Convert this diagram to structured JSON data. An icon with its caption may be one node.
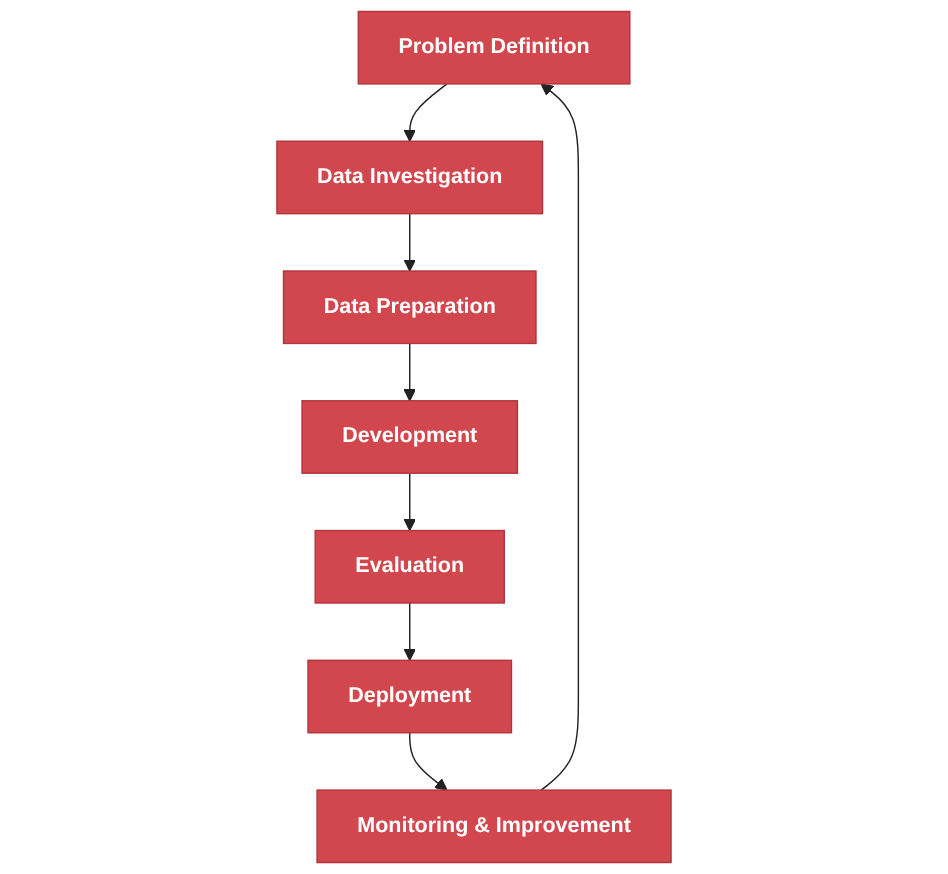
{
  "diagram": {
    "nodes": [
      {
        "text": [
          "Problem Definition"
        ]
      },
      {
        "text": [
          "Data Investigation"
        ]
      },
      {
        "text": [
          "Data Preparation"
        ]
      },
      {
        "text": [
          "Development"
        ]
      },
      {
        "text": [
          "Evaluation"
        ]
      },
      {
        "text": [
          "Deployment"
        ]
      },
      {
        "text": [
          "Monitoring & Improvement"
        ]
      }
    ],
    "edges": [
      {
        "from": 0,
        "to": 1,
        "arrow": "to"
      },
      {
        "from": 1,
        "to": 2,
        "arrow": "to"
      },
      {
        "from": 2,
        "to": 3,
        "arrow": "to"
      },
      {
        "from": 3,
        "to": 4,
        "arrow": "to"
      },
      {
        "from": 4,
        "to": 5,
        "arrow": "to"
      },
      {
        "from": 5,
        "to": 6,
        "arrow": "to"
      },
      {
        "from": 6,
        "to": 0,
        "arrow": "to"
      }
    ]
  }
}
